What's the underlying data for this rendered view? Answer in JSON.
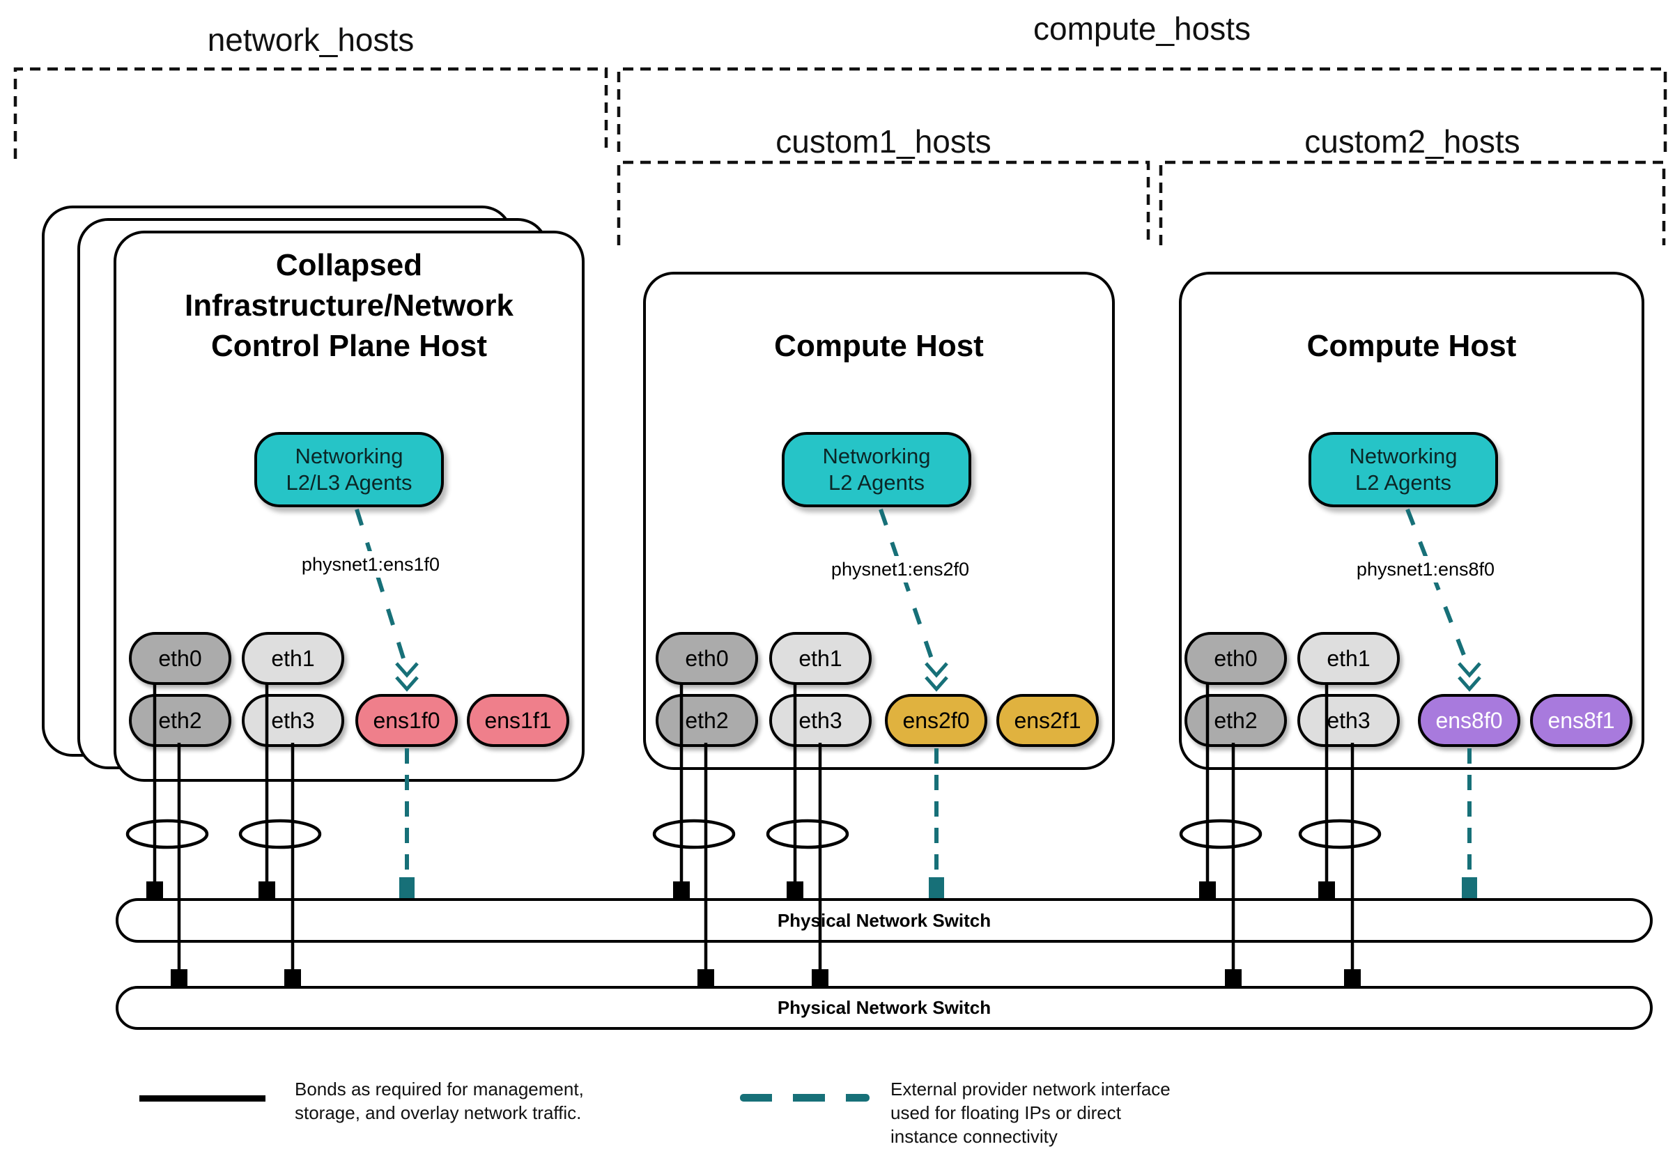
{
  "groups": {
    "network": "network_hosts",
    "compute": "compute_hosts",
    "custom1": "custom1_hosts",
    "custom2": "custom2_hosts"
  },
  "hosts": [
    {
      "title_lines": [
        "Collapsed",
        "Infrastructure/Network",
        "Control Plane Host"
      ],
      "agent_lines": [
        "Networking",
        "L2/L3 Agents"
      ],
      "physnet": "physnet1:ens1f0",
      "nics": [
        "eth0",
        "eth1",
        "eth2",
        "eth3",
        "ens1f0",
        "ens1f1"
      ]
    },
    {
      "title_lines": [
        "Compute Host"
      ],
      "agent_lines": [
        "Networking",
        "L2 Agents"
      ],
      "physnet": "physnet1:ens2f0",
      "nics": [
        "eth0",
        "eth1",
        "eth2",
        "eth3",
        "ens2f0",
        "ens2f1"
      ]
    },
    {
      "title_lines": [
        "Compute Host"
      ],
      "agent_lines": [
        "Networking",
        "L2 Agents"
      ],
      "physnet": "physnet1:ens8f0",
      "nics": [
        "eth0",
        "eth1",
        "eth2",
        "eth3",
        "ens8f0",
        "ens8f1"
      ]
    }
  ],
  "switches": [
    "Physical Network Switch",
    "Physical Network Switch"
  ],
  "legend": {
    "bond_lines": [
      "Bonds as required for management,",
      "storage, and overlay network traffic."
    ],
    "external_lines": [
      "External provider network interface",
      "used for floating IPs or direct",
      "instance connectivity"
    ]
  },
  "colors": {
    "agent_teal": "#26c4c7",
    "provider_dash_teal": "#177078",
    "nic_pink": "#ef7f8b",
    "nic_gold": "#e0b23f",
    "nic_purple": "#a87add",
    "nic_gray_dark": "#ababab",
    "nic_gray_light": "#dedede"
  }
}
